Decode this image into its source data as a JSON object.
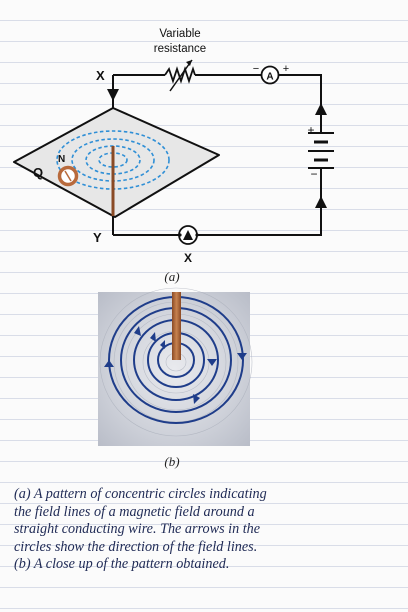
{
  "diagram": {
    "resistor_label_line1": "Variable",
    "resistor_label_line2": "resistance",
    "point_x_label": "X",
    "point_y_label": "Y",
    "key_label": "X",
    "compass_label": "N",
    "plane_label": "Q",
    "ammeter_label": "A",
    "minus_sign": "−",
    "plus_sign": "+",
    "panel_a_label": "(a)",
    "panel_b_label": "(b)"
  },
  "caption": {
    "line1": "(a) A pattern of concentric circles indicating",
    "line2": "the field lines of a magnetic field around  a",
    "line3": "straight conducting wire. The arrows in the",
    "line4": "circles show the direction of the field lines.",
    "line5": "(b) A close up of the pattern obtained."
  },
  "colors": {
    "wire": "#111111",
    "field_lines_a": "#2f8fd6",
    "field_lines_b": "#1f3d8a",
    "copper": "#b86a3c",
    "caption_text": "#1f2a55"
  }
}
